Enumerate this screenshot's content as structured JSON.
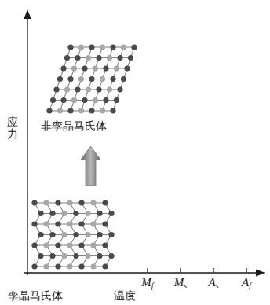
{
  "diagram": {
    "labels": [
      "应力",
      "非孪晶马氏体",
      "孪晶马氏体",
      "温度",
      "Mf",
      "Ms",
      "As",
      "Af"
    ]
  }
}
